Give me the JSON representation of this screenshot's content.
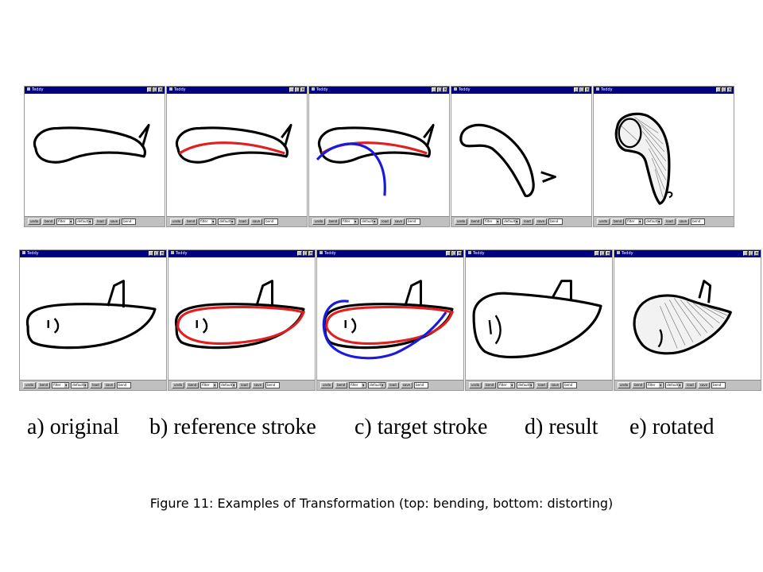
{
  "window": {
    "title": "Teddy"
  },
  "toolbar": {
    "undo_label": "undo",
    "bend_label": "bend",
    "filter_select_value": "filter",
    "default_select_value": "default",
    "load_label": "load",
    "save_label": "save",
    "mode_input_value": "bend"
  },
  "colors": {
    "title_bar": "#000080",
    "reference_stroke": "#e02020",
    "target_stroke": "#1a1adc",
    "outline": "#000000"
  },
  "icons": {
    "close": "close-icon",
    "minimize": "minimize-icon",
    "maximize": "maximize-icon"
  },
  "captions": {
    "a": "a) original",
    "b": "b) reference stroke",
    "c": "c) target stroke",
    "d": "d) result",
    "e": "e) rotated"
  },
  "figure_caption": "Figure 11: Examples of Transformation (top: bending, bottom: distorting)"
}
